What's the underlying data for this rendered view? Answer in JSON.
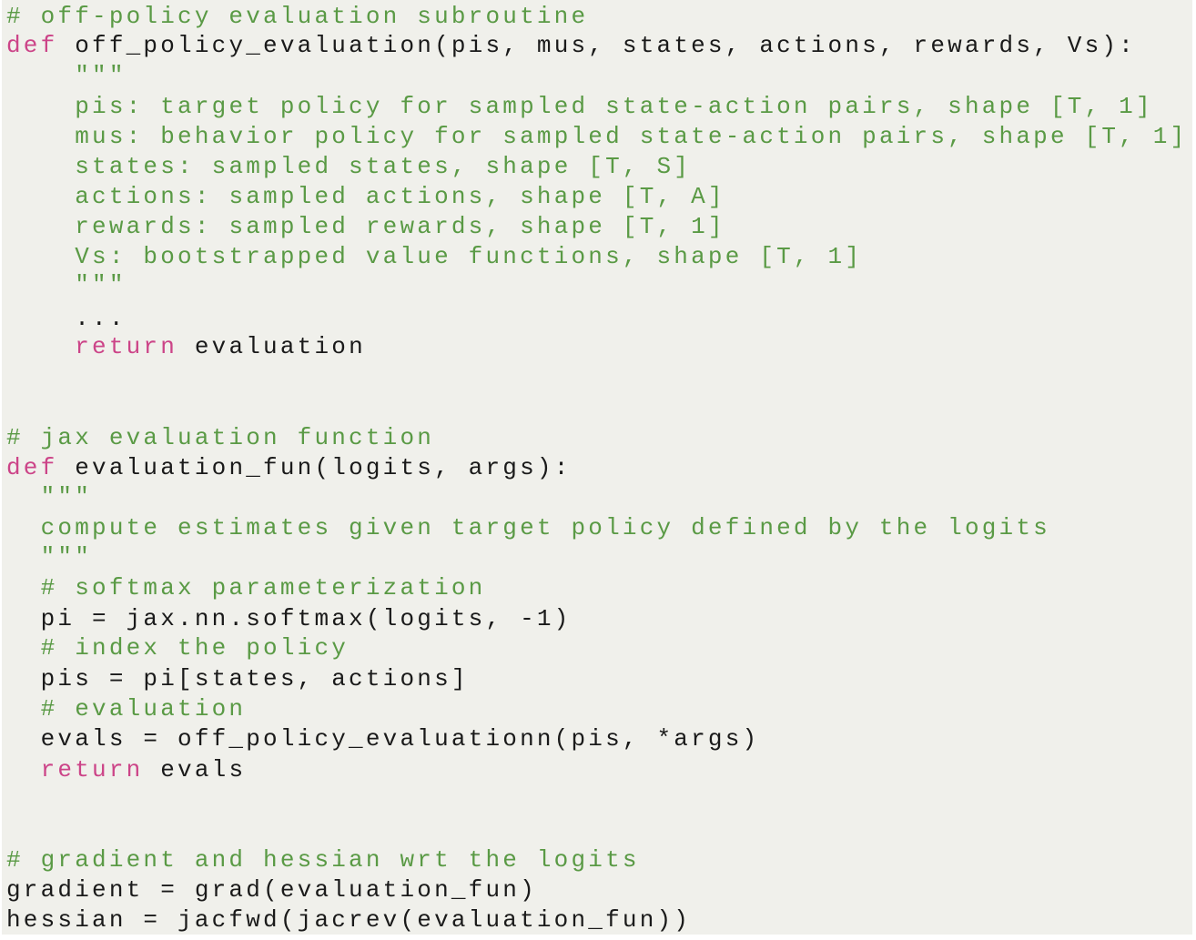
{
  "colors": {
    "background": "#f0f0eb",
    "comment": "#5a9a45",
    "keyword": "#cc4488",
    "text": "#1a1a1a"
  },
  "code": {
    "lines": [
      {
        "indent": "",
        "tokens": [
          {
            "type": "comment",
            "text": "# off-policy evaluation subroutine"
          }
        ]
      },
      {
        "indent": "",
        "tokens": [
          {
            "type": "kw",
            "text": "def"
          },
          {
            "type": "plain",
            "text": " off_policy_evaluation(pis, mus, states, actions, rewards, Vs):"
          }
        ]
      },
      {
        "indent": "    ",
        "tokens": [
          {
            "type": "doc",
            "text": "\"\"\""
          }
        ]
      },
      {
        "indent": "    ",
        "tokens": [
          {
            "type": "doc",
            "text": "pis: target policy for sampled state-action pairs, shape [T, 1]"
          }
        ]
      },
      {
        "indent": "    ",
        "tokens": [
          {
            "type": "doc",
            "text": "mus: behavior policy for sampled state-action pairs, shape [T, 1]"
          }
        ]
      },
      {
        "indent": "    ",
        "tokens": [
          {
            "type": "doc",
            "text": "states: sampled states, shape [T, S]"
          }
        ]
      },
      {
        "indent": "    ",
        "tokens": [
          {
            "type": "doc",
            "text": "actions: sampled actions, shape [T, A]"
          }
        ]
      },
      {
        "indent": "    ",
        "tokens": [
          {
            "type": "doc",
            "text": "rewards: sampled rewards, shape [T, 1]"
          }
        ]
      },
      {
        "indent": "    ",
        "tokens": [
          {
            "type": "doc",
            "text": "Vs: bootstrapped value functions, shape [T, 1]"
          }
        ]
      },
      {
        "indent": "    ",
        "tokens": [
          {
            "type": "doc",
            "text": "\"\"\""
          }
        ]
      },
      {
        "indent": "    ",
        "tokens": [
          {
            "type": "plain",
            "text": "..."
          }
        ]
      },
      {
        "indent": "    ",
        "tokens": [
          {
            "type": "kw",
            "text": "return"
          },
          {
            "type": "plain",
            "text": " evaluation"
          }
        ]
      },
      {
        "indent": "",
        "tokens": [
          {
            "type": "comment",
            "text": "# jax evaluation function"
          }
        ]
      },
      {
        "indent": "",
        "tokens": [
          {
            "type": "kw",
            "text": "def"
          },
          {
            "type": "plain",
            "text": " evaluation_fun(logits, args):"
          }
        ]
      },
      {
        "indent": "  ",
        "tokens": [
          {
            "type": "doc",
            "text": "\"\"\""
          }
        ]
      },
      {
        "indent": "  ",
        "tokens": [
          {
            "type": "doc",
            "text": "compute estimates given target policy defined by the logits"
          }
        ]
      },
      {
        "indent": "  ",
        "tokens": [
          {
            "type": "doc",
            "text": "\"\"\""
          }
        ]
      },
      {
        "indent": "  ",
        "tokens": [
          {
            "type": "comment",
            "text": "# softmax parameterization"
          }
        ]
      },
      {
        "indent": "  ",
        "tokens": [
          {
            "type": "plain",
            "text": "pi = jax.nn.softmax(logits, -1)"
          }
        ]
      },
      {
        "indent": "  ",
        "tokens": [
          {
            "type": "comment",
            "text": "# index the policy"
          }
        ]
      },
      {
        "indent": "  ",
        "tokens": [
          {
            "type": "plain",
            "text": "pis = pi[states, actions]"
          }
        ]
      },
      {
        "indent": "  ",
        "tokens": [
          {
            "type": "comment",
            "text": "# evaluation"
          }
        ]
      },
      {
        "indent": "  ",
        "tokens": [
          {
            "type": "plain",
            "text": "evals = off_policy_evaluationn(pis, *args)"
          }
        ]
      },
      {
        "indent": "  ",
        "tokens": [
          {
            "type": "kw",
            "text": "return"
          },
          {
            "type": "plain",
            "text": " evals"
          }
        ]
      },
      {
        "indent": "",
        "tokens": [
          {
            "type": "comment",
            "text": "# gradient and hessian wrt the logits"
          }
        ]
      },
      {
        "indent": "",
        "tokens": [
          {
            "type": "plain",
            "text": "gradient = grad(evaluation_fun)"
          }
        ]
      },
      {
        "indent": "",
        "tokens": [
          {
            "type": "plain",
            "text": "hessian = jacfwd(jacrev(evaluation_fun))"
          }
        ]
      }
    ]
  }
}
